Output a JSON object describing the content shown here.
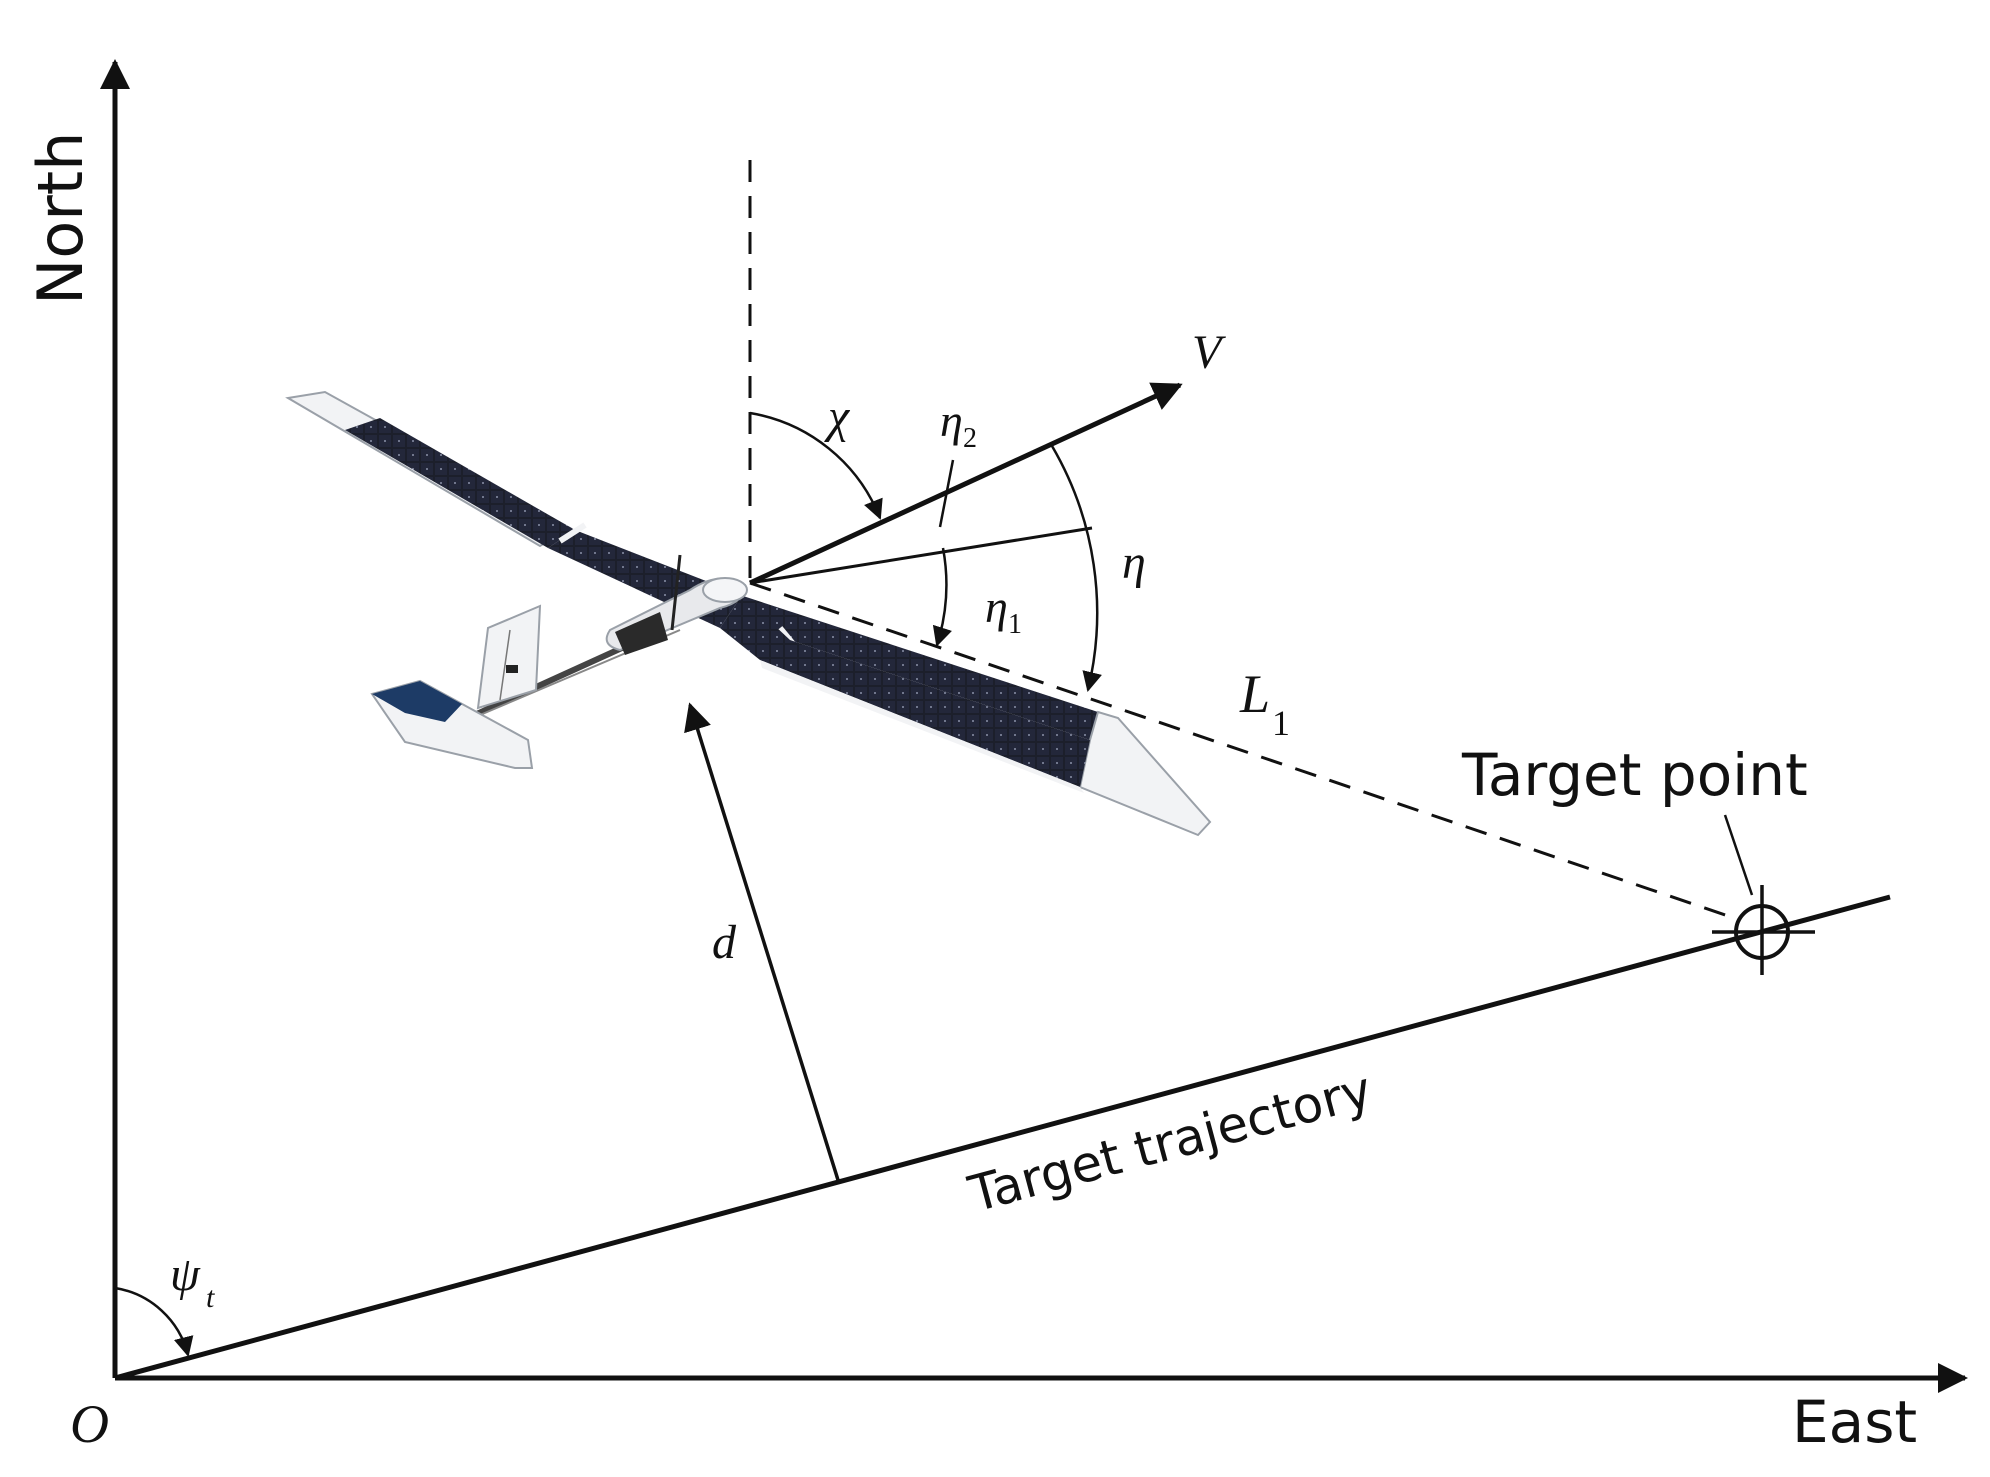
{
  "axes": {
    "north_label": "North",
    "east_label": "East",
    "origin_label": "O"
  },
  "labels": {
    "target_point": "Target point",
    "target_trajectory": "Target trajectory",
    "velocity": "V",
    "chi": "χ",
    "eta": "η",
    "eta1": {
      "symbol": "η",
      "subscript": "1"
    },
    "eta2": {
      "symbol": "η",
      "subscript": "2"
    },
    "l1": {
      "symbol": "L",
      "subscript": "1"
    },
    "d": "d",
    "psi_t": {
      "symbol": "ψ",
      "subscript": "t"
    }
  },
  "colors": {
    "line": "#111111",
    "solar_panel": "#1c1f2b",
    "wing_white": "#f2f3f5",
    "tail_dark": "#1d3b66"
  },
  "icons": {
    "target_point_marker": "crosshair-circle-icon",
    "aircraft": "solar-uav-icon"
  }
}
